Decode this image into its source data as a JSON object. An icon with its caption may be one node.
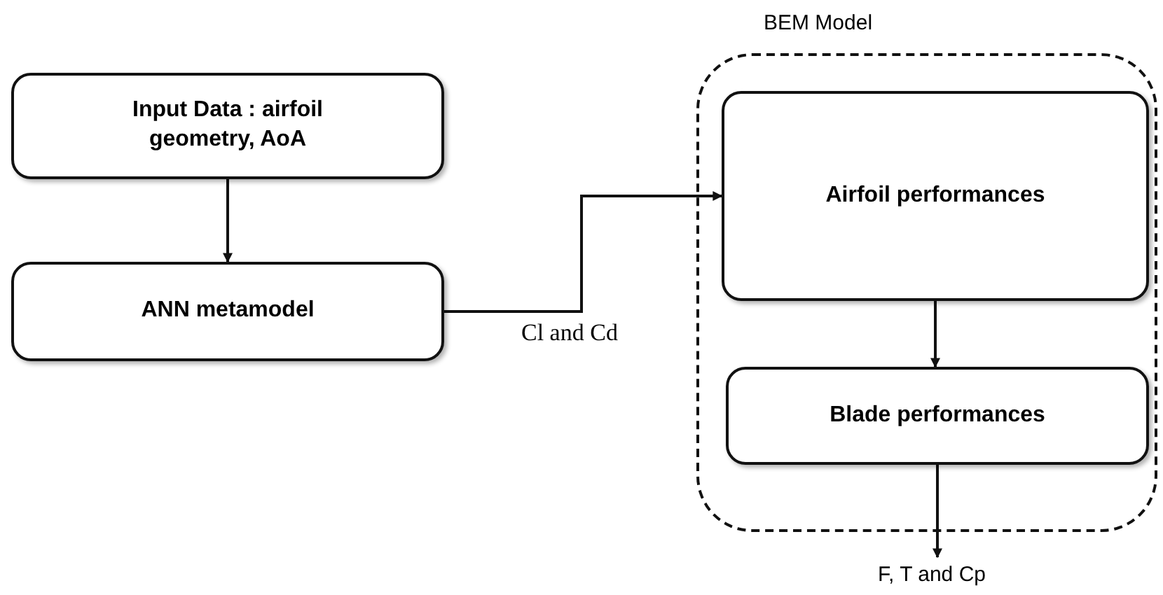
{
  "diagram": {
    "nodes": [
      {
        "text": [
          "Input Data : airfoil geometry, AoA"
        ]
      },
      {
        "text": [
          "ANN metamodel"
        ]
      },
      {
        "text": [
          "BEM Model"
        ]
      },
      {
        "text": [
          "Airfoil performances"
        ],
        "in": 2
      },
      {
        "text": [
          "Blade performances"
        ],
        "in": 2
      },
      {
        "text": [
          "F, T and Cp"
        ]
      }
    ],
    "edges": [
      {
        "from": 0,
        "to": 1,
        "arrow": "to"
      },
      {
        "from": 1,
        "to": 3,
        "arrow": "to",
        "label": "Cl and Cd"
      },
      {
        "from": 3,
        "to": 4,
        "arrow": "to"
      },
      {
        "from": 4,
        "to": 5,
        "arrow": "to"
      }
    ]
  }
}
